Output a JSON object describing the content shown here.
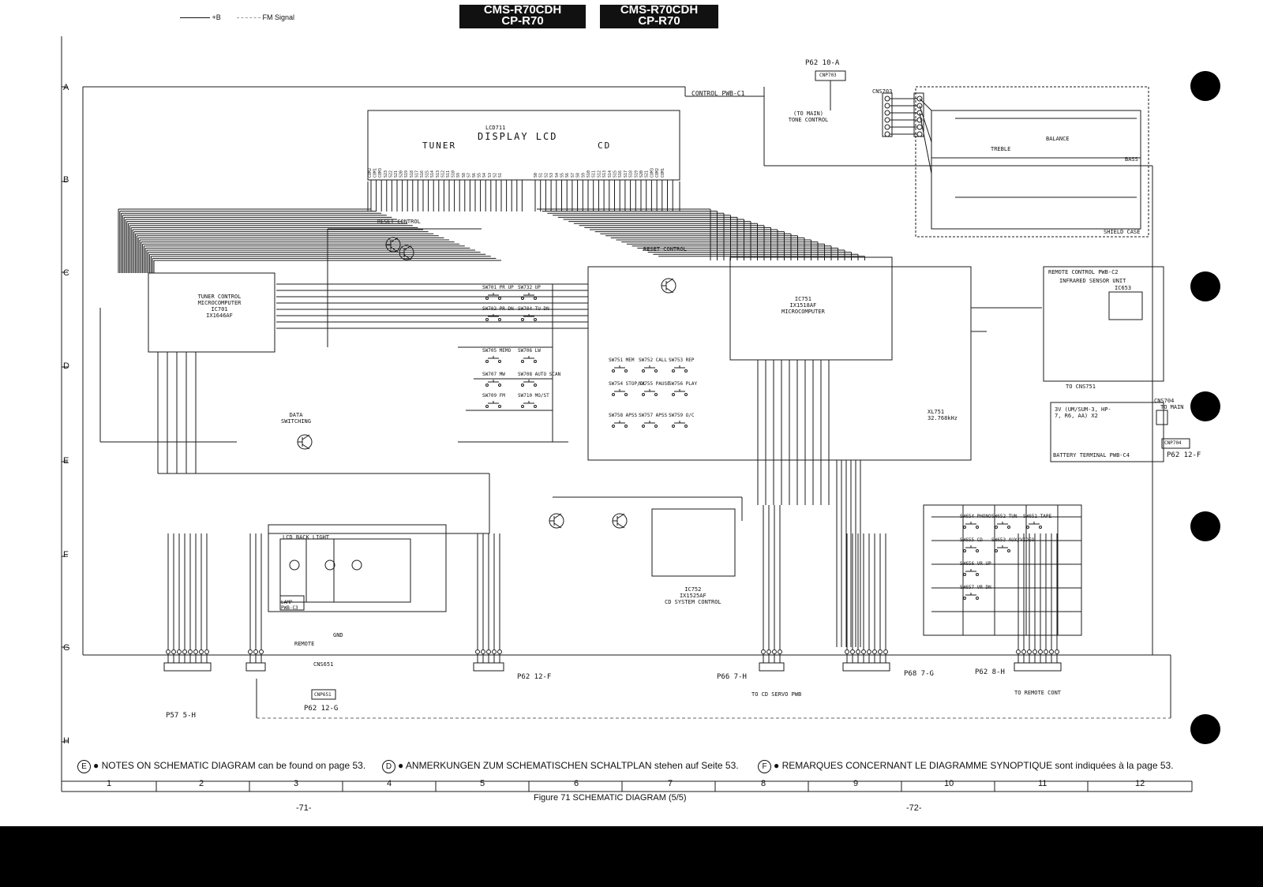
{
  "header": {
    "legend_b": "+B",
    "legend_fm": "FM Signal",
    "model_left_1": "CMS-R70CDH",
    "model_left_2": "CP-R70",
    "model_right_1": "CMS-R70CDH",
    "model_right_2": "CP-R70"
  },
  "rows": [
    "A",
    "B",
    "C",
    "D",
    "E",
    "F",
    "G",
    "H"
  ],
  "columns": [
    "1",
    "2",
    "3",
    "4",
    "5",
    "6",
    "7",
    "8",
    "9",
    "10",
    "11",
    "12"
  ],
  "blocks": {
    "control_pwb": "CONTROL PWB-C1",
    "display_lcd": "DISPLAY LCD",
    "lcd_ref": "LCD711",
    "tuner": "TUNER",
    "cd": "CD",
    "reset_control_1": "RESET CONTROL",
    "reset_control_2": "RESET CONTROL",
    "tuner_mcu": "TUNER CONTROL MICROCOMPUTER",
    "tuner_mcu_ref": "IC701",
    "tuner_mcu_part": "IX1646AF",
    "mcu": "MICROCOMPUTER",
    "mcu_ref": "IC751",
    "mcu_part": "IX1518AF",
    "cd_ctrl": "CD SYSTEM CONTROL",
    "cd_ctrl_ref": "IC752",
    "cd_ctrl_part": "IX1525AF",
    "lcd_back_light": "LCD BACK LIGHT",
    "lamp_pwb": "LAMP PWB-C3",
    "data_switching": "DATA SWITCHING",
    "remote_control_pwb": "REMOTE CONTROL PWB-C2",
    "infrared_sensor": "INFRARED SENSOR UNIT",
    "infrared_ref": "IC653",
    "battery_pwb": "BATTERY TERMINAL PWB-C4",
    "battery_text": "3V (UM/SUM-3, HP-7, R6, AA) X2",
    "shield_case": "SHIELD CASE",
    "to_main_tone": "(TO MAIN) TONE CONTROL",
    "crystal": "XL751",
    "crystal_freq": "32.768kHz",
    "balance": "BALANCE",
    "treble": "TREBLE",
    "bass": "BASS"
  },
  "switches": [
    "SW701 PR UP",
    "SW732 UP",
    "SW703 PR DN",
    "SW704 TU DN",
    "SW705 MEMO",
    "SW706 LW",
    "SW707 MW",
    "SW708 AUTO SCAN",
    "SW709 FM",
    "SW710 MO/ST",
    "SW751 MEM",
    "SW752 CALL",
    "SW753 REP",
    "SW754 STOP/CL",
    "SW755 PAUSE",
    "SW756 PLAY",
    "SW758 APSS",
    "SW757 APSS",
    "SW759 O/C",
    "SW654 PHONO",
    "SW652 TUN",
    "SW651 TAPE",
    "SW655 CD",
    "SW653 AUX/VIDEO",
    "SW656 VR UP",
    "SW657 VR DN"
  ],
  "connectors": {
    "p57": "P57 5-H",
    "p62_g": "P62 12-G",
    "p62_f1": "P62 12-F",
    "p66": "P66 7-H",
    "p68": "P68 7-G",
    "p62_h": "P62 8-H",
    "p62_a": "P62 10-A",
    "p62_f2": "P62 12-F",
    "cnp703": "CNP703",
    "cns703": "CNS703",
    "cnp651": "CNP651",
    "cns651": "CNS651",
    "cnp704": "CNP704",
    "cns704": "CNS704",
    "to_cd_servo": "TO CD SERVO PWB",
    "to_remote": "TO REMOTE CONT",
    "to_main": "TO MAIN",
    "to_cns751": "TO CNS751",
    "remote": "REMOTE",
    "gnd": "GND"
  },
  "notes": {
    "e_letter": "E",
    "d_letter": "D",
    "f_letter": "F",
    "en": "● NOTES ON SCHEMATIC DIAGRAM can be found on page 53.",
    "de": "● ANMERKUNGEN ZUM SCHEMATISCHEN SCHALTPLAN stehen auf Seite 53.",
    "fr": "● REMARQUES CONCERNANT LE DIAGRAMME SYNOPTIQUE sont indiquées à la page 53."
  },
  "footer": {
    "caption": "Figure 71 SCHEMATIC DIAGRAM (5/5)",
    "page_left": "-71-",
    "page_right": "-72-"
  }
}
